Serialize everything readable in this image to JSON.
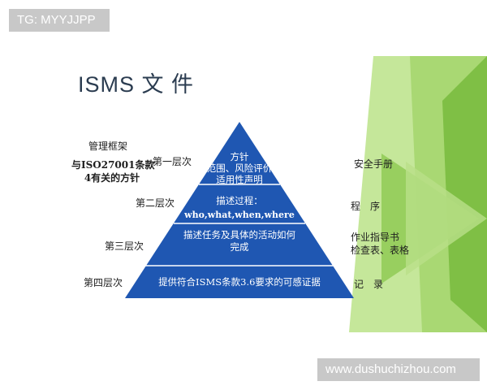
{
  "watermark_top": "TG: MYYJJPP",
  "watermark_bottom": "www.dushuchizhou.com",
  "slide": {
    "title": "ISMS 文 件",
    "left_notes": {
      "framework": "管理框架",
      "clause_line1": "与ISO27001条款",
      "clause_line2": "4有关的方针"
    },
    "levels": [
      {
        "label": "第一层次",
        "content_lines": [
          "方针",
          "范围、风险评价",
          "适用性声明"
        ],
        "doc": "安全手册"
      },
      {
        "label": "第二层次",
        "content_lines": [
          "描述过程：",
          "who,what,when,where"
        ],
        "doc": "程　序"
      },
      {
        "label": "第三层次",
        "content_lines": [
          "描述任务及具体的活动如何",
          "完成"
        ],
        "doc_lines": [
          "作业指导书",
          "检查表、表格"
        ]
      },
      {
        "label": "第四层次",
        "content_lines": [
          "提供符合ISMS条款3.6要求的可感证据"
        ],
        "doc": "记　录"
      }
    ]
  },
  "colors": {
    "pyramid": "#1f57b2",
    "divider": "#ffffff",
    "green_light": "#c5e79a",
    "green_mid": "#94cb5a",
    "green_dark": "#6fb33a",
    "title": "#2b3c50"
  }
}
